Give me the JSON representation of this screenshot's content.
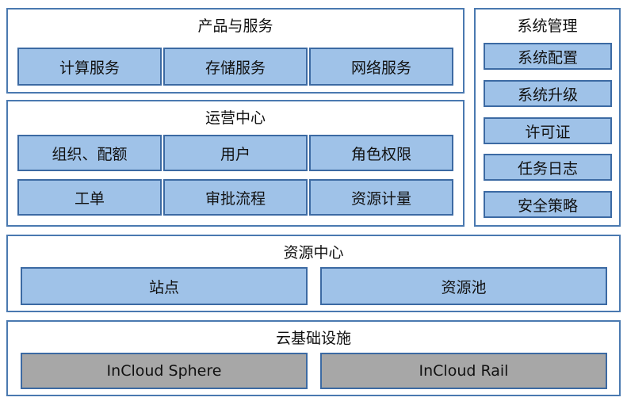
{
  "products": {
    "title": "产品与服务",
    "items": [
      "计算服务",
      "存储服务",
      "网络服务"
    ]
  },
  "operations": {
    "title": "运营中心",
    "items": [
      "组织、配额",
      "用户",
      "角色权限",
      "工单",
      "审批流程",
      "资源计量"
    ]
  },
  "system": {
    "title": "系统管理",
    "items": [
      "系统配置",
      "系统升级",
      "许可证",
      "任务日志",
      "安全策略"
    ]
  },
  "resources": {
    "title": "资源中心",
    "items": [
      "站点",
      "资源池"
    ]
  },
  "infrastructure": {
    "title": "云基础设施",
    "items": [
      "InCloud Sphere",
      "InCloud Rail"
    ]
  },
  "colors": {
    "border": "#4a79b0",
    "box_fill": "#9fc2e8",
    "infra_fill": "#a7a7a7"
  }
}
